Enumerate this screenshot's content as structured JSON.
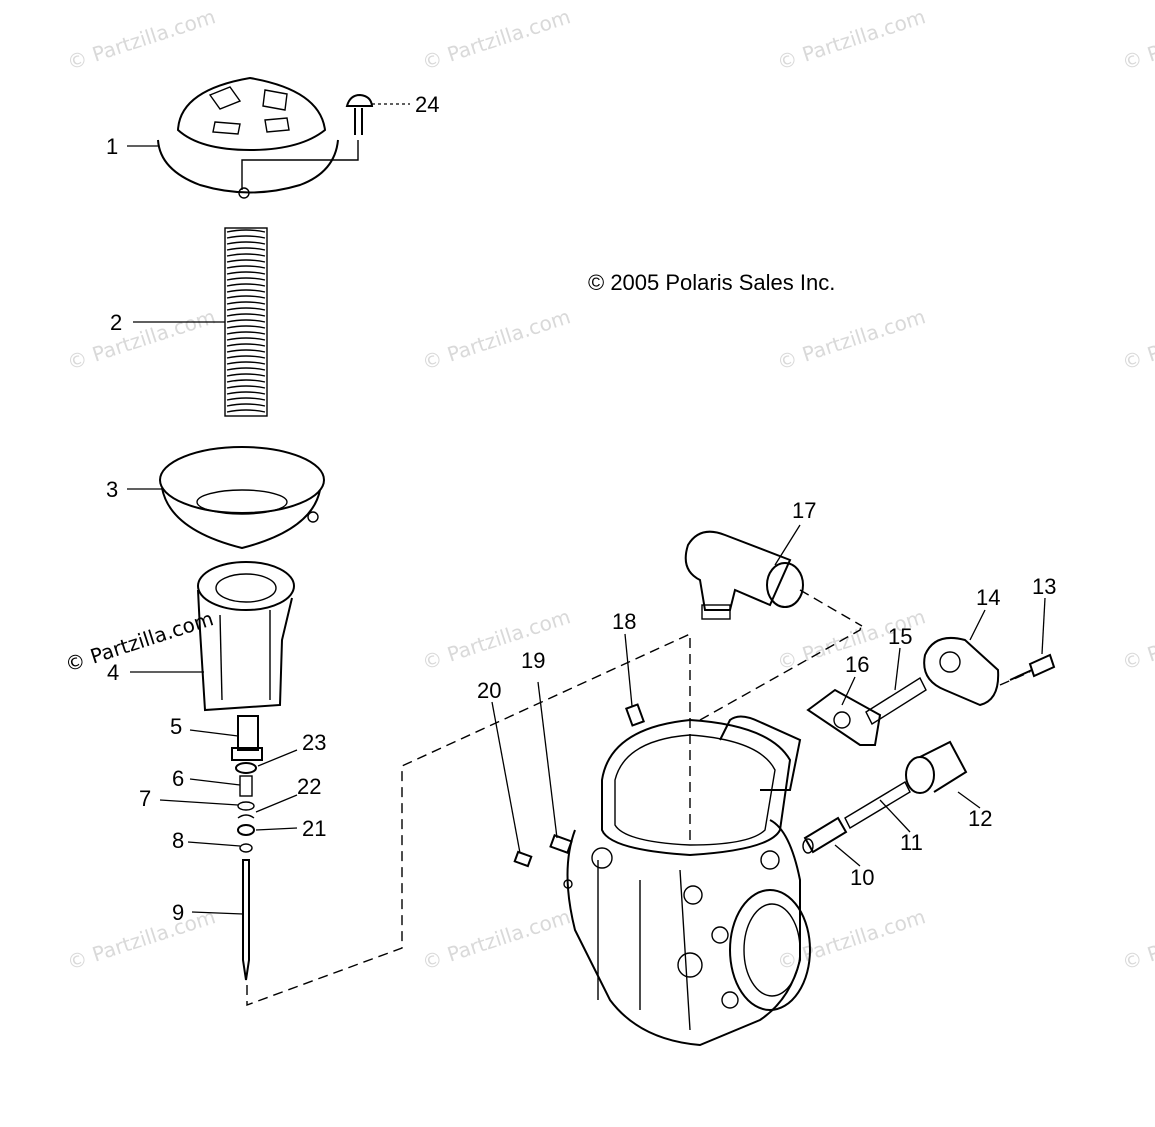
{
  "copyright": "© 2005 Polaris Sales Inc.",
  "watermark": "© Partzilla.com",
  "callouts": [
    "1",
    "2",
    "3",
    "4",
    "5",
    "6",
    "7",
    "8",
    "9",
    "10",
    "11",
    "12",
    "13",
    "14",
    "15",
    "16",
    "17",
    "18",
    "19",
    "20",
    "21",
    "22",
    "23",
    "24"
  ]
}
